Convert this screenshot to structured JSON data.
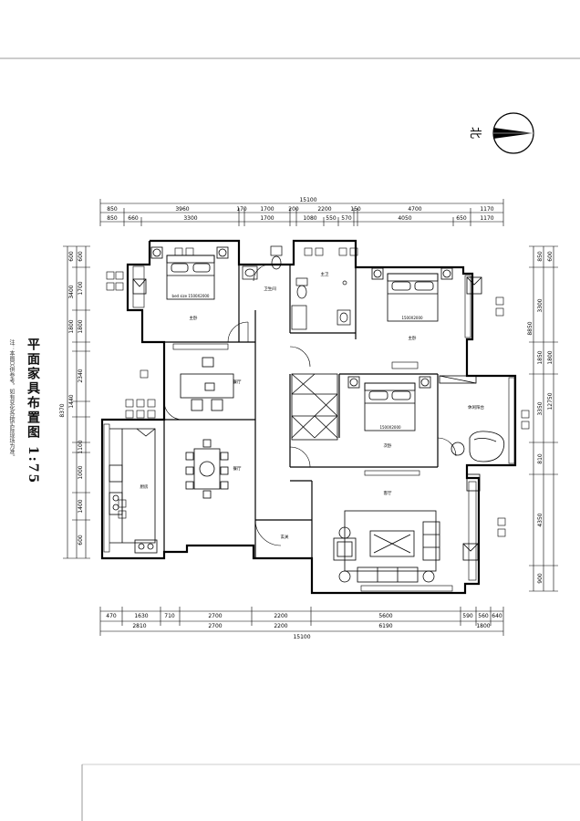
{
  "title": "平面家具布置图",
  "scale": "1:75",
  "note": "注：本图只供参考，如有变化各按实际现场为准。",
  "north_label": "北",
  "dimensions": {
    "top_total": "15100",
    "top_row1": [
      "850",
      "3960",
      "170",
      "1700",
      "200",
      "2200",
      "150",
      "4700",
      "1170"
    ],
    "top_row2": [
      "850",
      "660",
      "3300",
      "1700",
      "1080",
      "550",
      "570",
      "4050",
      "650",
      "1170"
    ],
    "bottom_row1": [
      "470",
      "1630",
      "710",
      "2700",
      "2200",
      "5600",
      "590",
      "560",
      "640"
    ],
    "bottom_row2": [
      "2810",
      "2700",
      "2200",
      "6190",
      "1800"
    ],
    "bottom_total": "15100",
    "left_outer": [
      "600",
      "1700",
      "3400",
      "1800",
      "8370",
      "1440",
      "2340",
      "1100",
      "1000",
      "1400",
      "600"
    ],
    "left_inner": [
      "600",
      "1800"
    ],
    "right_outer": [
      "850",
      "3300",
      "8850",
      "1850",
      "3350",
      "12750",
      "810",
      "4350",
      "900"
    ],
    "right_inner": [
      "600",
      "1800"
    ]
  },
  "rooms": [
    {
      "id": "master-bedroom-west",
      "label": "主卧"
    },
    {
      "id": "bathroom-a",
      "label": "卫生间"
    },
    {
      "id": "bathroom-b",
      "label": "主卫"
    },
    {
      "id": "bedroom-east-north",
      "label": "主卧"
    },
    {
      "id": "dining",
      "label": "餐厅"
    },
    {
      "id": "kitchen",
      "label": "厨房"
    },
    {
      "id": "restaurant",
      "label": "餐厅"
    },
    {
      "id": "bedroom-center",
      "label": "次卧"
    },
    {
      "id": "study",
      "label": "休闲阳台"
    },
    {
      "id": "living",
      "label": "客厅"
    },
    {
      "id": "entry",
      "label": "玄关"
    }
  ],
  "labels": {
    "bed_size_1": "bed size 1500X2000",
    "bed_size_2": "1500X2000",
    "bed_size_3": "1500X2000"
  }
}
